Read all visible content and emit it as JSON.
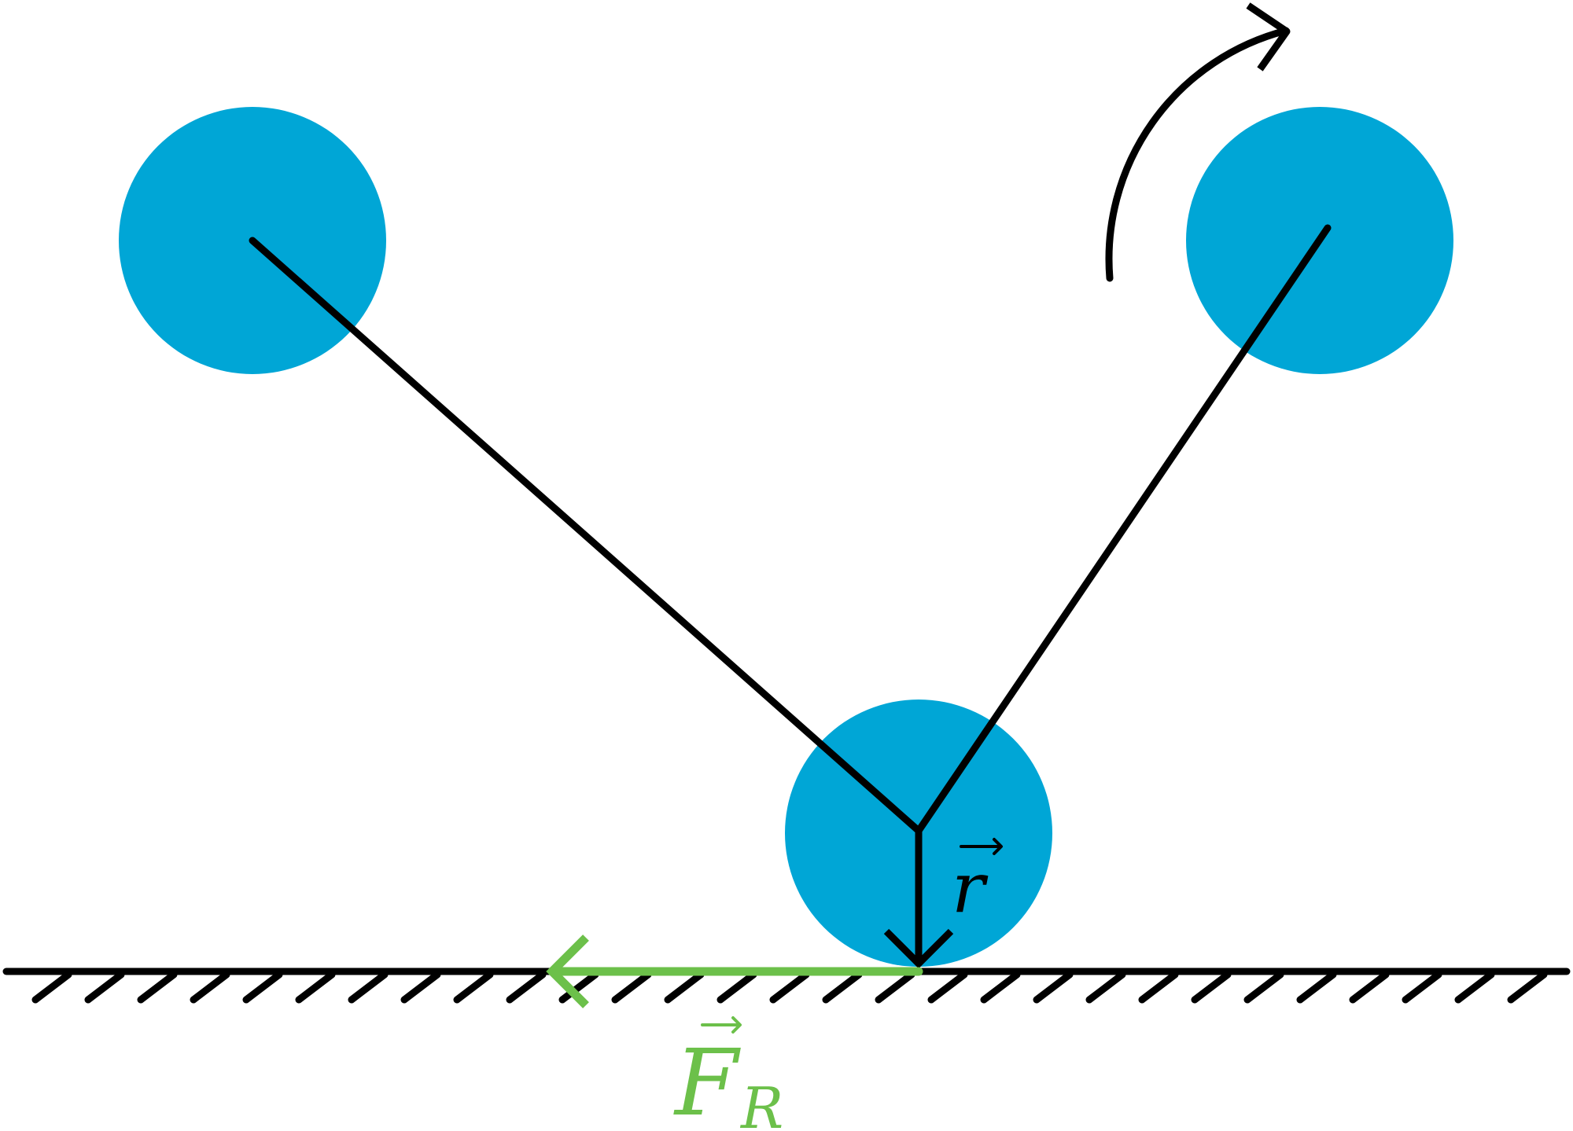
{
  "diagram": {
    "labels": {
      "r_vector": "r",
      "friction_force_main": "F",
      "friction_force_subscript": "R"
    },
    "colors": {
      "ball": "#00A6D6",
      "line": "#000000",
      "friction": "#6CC04A",
      "background": "#FFFFFF"
    },
    "icons": {
      "rotation": "curved-arrow-clockwise-icon",
      "ground": "hatched-ground-icon",
      "vector_arrow": "vector-arrow-icon"
    }
  }
}
